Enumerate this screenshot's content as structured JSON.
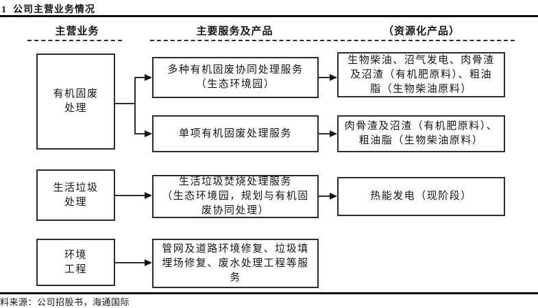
{
  "page": {
    "title": "1  公司主营业务情况",
    "source_note": "料来源：公司招股书，海通国际"
  },
  "headers": {
    "business": "主营业务",
    "services": "主要服务及产品",
    "products": "（资源化产品）"
  },
  "diagram": {
    "business_nodes": [
      {
        "label": "有机固废\n处理"
      },
      {
        "label": "生活垃圾\n处理"
      },
      {
        "label": "环境\n工程"
      }
    ],
    "service_nodes": [
      {
        "label": "多种有机固废协同处理服务\n（生态环境园）"
      },
      {
        "label": "单项有机固废处理服务"
      },
      {
        "label": "生活垃圾焚烧处理服务\n（生态环境园，规划与有机固\n废协同处理）"
      },
      {
        "label": "管网及道路环境修复、垃圾填\n埋场修复、废水处理工程等服\n务"
      }
    ],
    "product_nodes": [
      {
        "label": "生物柴油、沼气发电、肉骨渣\n及沼渣（有机肥原料）、粗油\n脂（生物柴油原料）"
      },
      {
        "label": "肉骨渣及沼渣（有机肥原料）、\n粗油脂（生物柴油原料）"
      },
      {
        "label": "热能发电（现阶段）"
      }
    ]
  },
  "colors": {
    "text": "#141414",
    "line": "#2b2b2b",
    "background": "#ffffff"
  }
}
